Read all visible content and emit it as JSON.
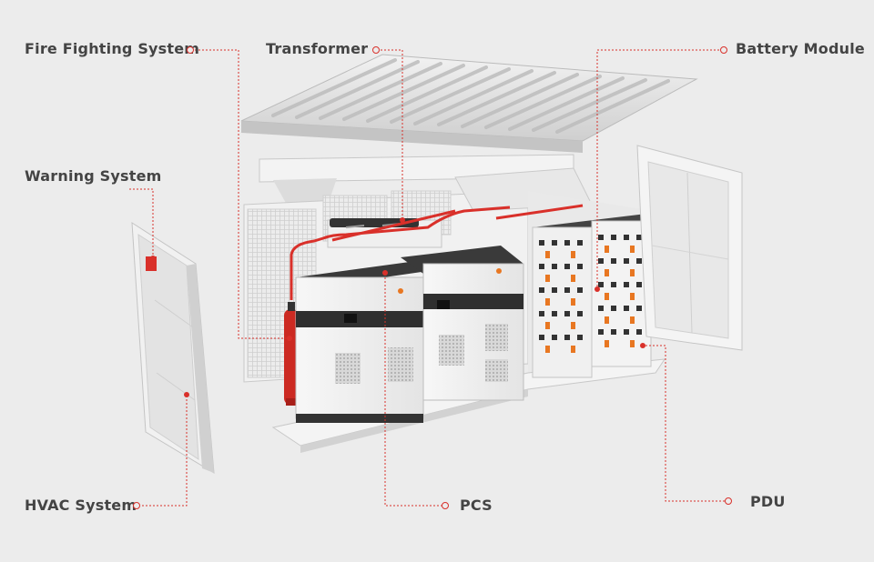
{
  "labels": {
    "fire_fighting": "Fire Fighting System",
    "transformer": "Transformer",
    "battery_module": "Battery Module",
    "warning": "Warning System",
    "hvac": "HVAC System",
    "pcs": "PCS",
    "pdu": "PDU"
  },
  "colors": {
    "background": "#ececec",
    "label_text": "#444444",
    "leader_line": "#d9302a",
    "accent_orange": "#e87722"
  }
}
